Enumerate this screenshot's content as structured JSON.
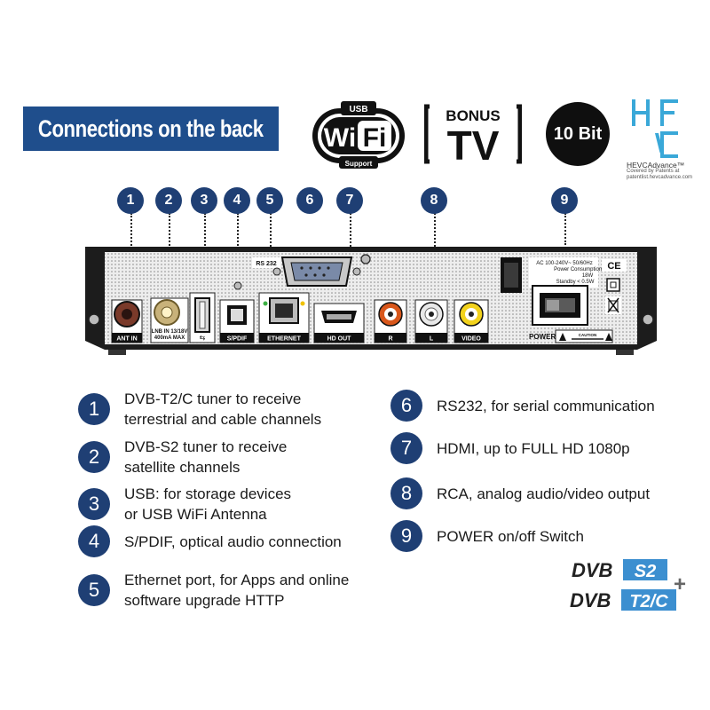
{
  "header": {
    "title": "Connections on the back",
    "wifi_logo": {
      "top": "USB",
      "main": "WiFi",
      "bottom": "Support"
    },
    "tv_logo": {
      "top": "BONUS",
      "main": "TV"
    },
    "bit_logo": "10 Bit",
    "hevc_logo": {
      "brand": "HEVCAdvance™",
      "note_1": "Covered by Patents at",
      "note_2": "patentlist.hevcadvance.com"
    }
  },
  "markers": [
    "1",
    "2",
    "3",
    "4",
    "5",
    "6",
    "7",
    "8",
    "9"
  ],
  "device": {
    "port_labels": {
      "ant_in": "ANT IN",
      "lnb_in_1": "LNB IN 13/18V",
      "lnb_in_2": "400mA MAX",
      "spdif": "S/PDIF",
      "ethernet": "ETHERNET",
      "hd_out": "HD OUT",
      "r": "R",
      "l": "L",
      "video": "VIDEO",
      "rs232": "RS 232",
      "power": "POWER"
    },
    "power_info": {
      "line_1": "AC 100-240V~  50/60Hz",
      "line_2": "Power Consumption:",
      "line_3": "18W",
      "line_4": "Standby < 0.5W",
      "caution": "CAUTION"
    }
  },
  "legend": [
    {
      "num": "1",
      "line1": "DVB-T2/C tuner to receive",
      "line2": "terrestrial and cable channels"
    },
    {
      "num": "2",
      "line1": "DVB-S2 tuner to receive",
      "line2": "satellite channels"
    },
    {
      "num": "3",
      "line1": "USB: for storage devices",
      "line2": "or USB WiFi Antenna"
    },
    {
      "num": "4",
      "line1": "S/PDIF, optical audio connection",
      "line2": ""
    },
    {
      "num": "5",
      "line1": "Ethernet port, for Apps and online",
      "line2": "software upgrade HTTP"
    },
    {
      "num": "6",
      "line1": "RS232, for serial communication",
      "line2": ""
    },
    {
      "num": "7",
      "line1": "HDMI, up to FULL HD 1080p",
      "line2": ""
    },
    {
      "num": "8",
      "line1": "RCA, analog audio/video output",
      "line2": ""
    },
    {
      "num": "9",
      "line1": "POWER on/off Switch",
      "line2": ""
    }
  ],
  "dvb_logo": {
    "line1_a": "DVB",
    "line1_b": "S2",
    "line2_a": "DVB",
    "line2_b": "T2/C",
    "plus": "+"
  },
  "colors": {
    "banner": "#1f4e8c",
    "marker": "#1f3f74",
    "dvb_accent": "#3c8fd0"
  }
}
